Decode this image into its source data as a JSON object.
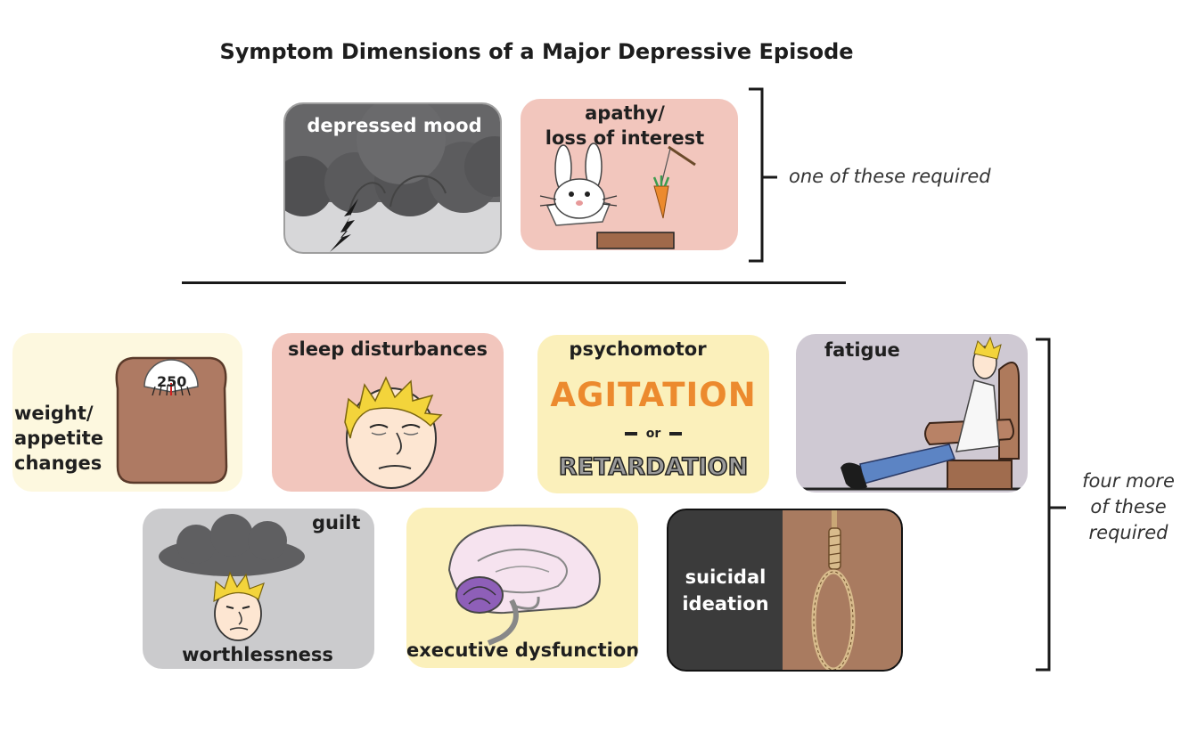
{
  "title": "Symptom Dimensions of a Major Depressive Episode",
  "required_group": {
    "note": "one of these required",
    "cards": {
      "depressed_mood": "depressed mood",
      "apathy": [
        "apathy/",
        "loss of interest"
      ]
    }
  },
  "additional_group": {
    "note": [
      "four more",
      "of these",
      "required"
    ],
    "cards": {
      "weight": [
        "weight/",
        "appetite",
        "changes"
      ],
      "scale_number": "250",
      "sleep": "sleep disturbances",
      "psychomotor": "psychomotor",
      "agitation": "AGITATION",
      "or": "or",
      "retardation": "RETARDATION",
      "fatigue": "fatigue",
      "guilt": "guilt",
      "worthlessness": "worthlessness",
      "executive": "executive dysfunction",
      "suicidal": [
        "suicidal",
        "ideation"
      ]
    }
  },
  "colors": {
    "gray_card": "#cbcbcd",
    "pink_card": "#f2c6bd",
    "yellow_card": "#fdf8df",
    "yellow_card_2": "#fbf0bb",
    "lavender_card": "#cfc9d3",
    "dark_card": "#3b3b3b",
    "brown": "#a97b60",
    "orange": "#ec8a2e",
    "cloud": "#5f5f61"
  }
}
